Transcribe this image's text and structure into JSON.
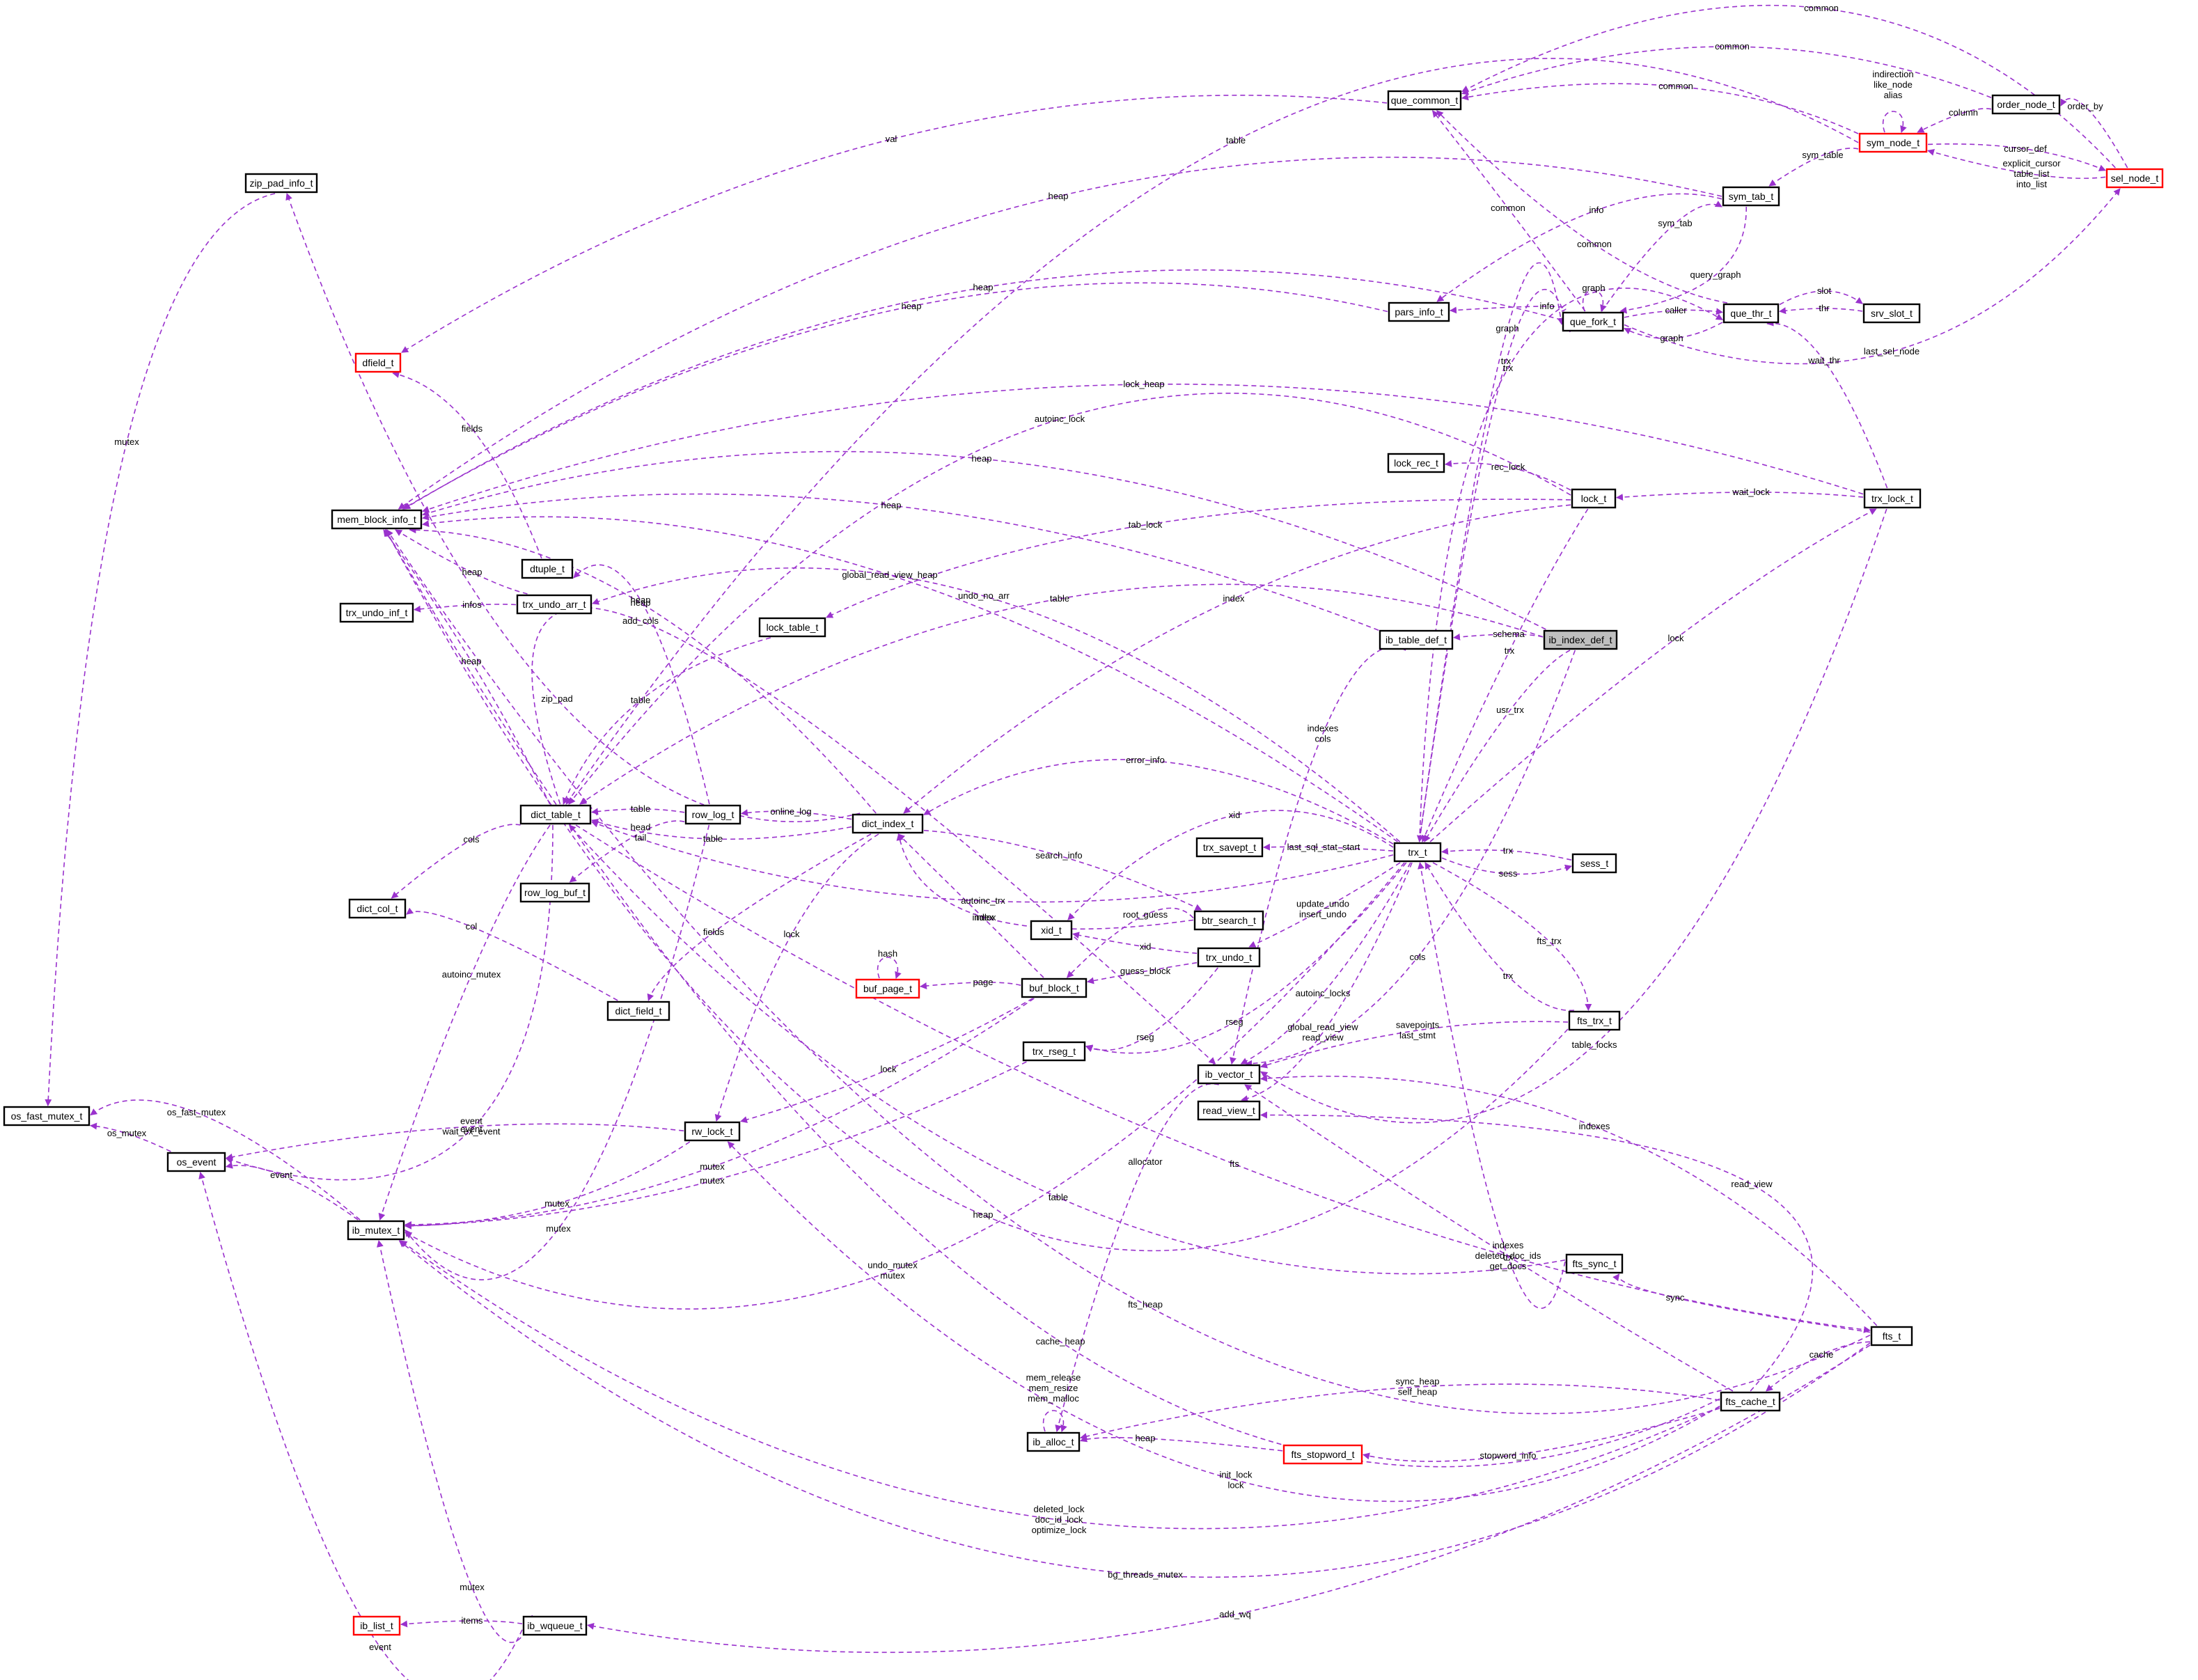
{
  "colors": {
    "edge": "#9a32cd",
    "node_border": "#000000",
    "node_border_incomplete": "#ff0000",
    "focus_fill": "#bfbfbf"
  },
  "nodes": [
    {
      "id": "ib_index_def_t",
      "label": "ib_index_def_t",
      "focus": true
    },
    {
      "id": "ib_table_def_t",
      "label": "ib_table_def_t"
    },
    {
      "id": "trx_t",
      "label": "trx_t"
    },
    {
      "id": "dict_index_t",
      "label": "dict_index_t"
    },
    {
      "id": "dict_table_t",
      "label": "dict_table_t"
    },
    {
      "id": "mem_block_info_t",
      "label": "mem_block_info_t"
    },
    {
      "id": "que_common_t",
      "label": "que_common_t"
    },
    {
      "id": "sym_node_t",
      "label": "sym_node_t",
      "incomplete": true
    },
    {
      "id": "order_node_t",
      "label": "order_node_t"
    },
    {
      "id": "sel_node_t",
      "label": "sel_node_t",
      "incomplete": true
    },
    {
      "id": "zip_pad_info_t",
      "label": "zip_pad_info_t"
    },
    {
      "id": "sym_tab_t",
      "label": "sym_tab_t"
    },
    {
      "id": "pars_info_t",
      "label": "pars_info_t"
    },
    {
      "id": "que_fork_t",
      "label": "que_fork_t"
    },
    {
      "id": "que_thr_t",
      "label": "que_thr_t"
    },
    {
      "id": "srv_slot_t",
      "label": "srv_slot_t"
    },
    {
      "id": "dfield_t",
      "label": "dfield_t",
      "incomplete": true
    },
    {
      "id": "lock_rec_t",
      "label": "lock_rec_t"
    },
    {
      "id": "lock_t",
      "label": "lock_t"
    },
    {
      "id": "trx_lock_t",
      "label": "trx_lock_t"
    },
    {
      "id": "dtuple_t",
      "label": "dtuple_t"
    },
    {
      "id": "trx_undo_inf_t",
      "label": "trx_undo_inf_t"
    },
    {
      "id": "trx_undo_arr_t",
      "label": "trx_undo_arr_t"
    },
    {
      "id": "lock_table_t",
      "label": "lock_table_t"
    },
    {
      "id": "row_log_t",
      "label": "row_log_t"
    },
    {
      "id": "row_log_buf_t",
      "label": "row_log_buf_t"
    },
    {
      "id": "dict_col_t",
      "label": "dict_col_t"
    },
    {
      "id": "dict_field_t",
      "label": "dict_field_t"
    },
    {
      "id": "trx_savept_t",
      "label": "trx_savept_t"
    },
    {
      "id": "sess_t",
      "label": "sess_t"
    },
    {
      "id": "xid_t",
      "label": "xid_t"
    },
    {
      "id": "btr_search_t",
      "label": "btr_search_t"
    },
    {
      "id": "trx_undo_t",
      "label": "trx_undo_t"
    },
    {
      "id": "buf_page_t",
      "label": "buf_page_t",
      "incomplete": true
    },
    {
      "id": "buf_block_t",
      "label": "buf_block_t"
    },
    {
      "id": "trx_rseg_t",
      "label": "trx_rseg_t"
    },
    {
      "id": "ib_vector_t",
      "label": "ib_vector_t"
    },
    {
      "id": "read_view_t",
      "label": "read_view_t"
    },
    {
      "id": "fts_trx_t",
      "label": "fts_trx_t"
    },
    {
      "id": "os_fast_mutex_t",
      "label": "os_fast_mutex_t"
    },
    {
      "id": "os_event",
      "label": "os_event"
    },
    {
      "id": "rw_lock_t",
      "label": "rw_lock_t"
    },
    {
      "id": "ib_mutex_t",
      "label": "ib_mutex_t"
    },
    {
      "id": "fts_sync_t",
      "label": "fts_sync_t"
    },
    {
      "id": "fts_t",
      "label": "fts_t"
    },
    {
      "id": "fts_cache_t",
      "label": "fts_cache_t"
    },
    {
      "id": "ib_alloc_t",
      "label": "ib_alloc_t"
    },
    {
      "id": "fts_stopword_t",
      "label": "fts_stopword_t",
      "incomplete": true
    },
    {
      "id": "ib_list_t",
      "label": "ib_list_t",
      "incomplete": true
    },
    {
      "id": "ib_wqueue_t",
      "label": "ib_wqueue_t"
    }
  ],
  "edges": [
    {
      "from": "order_node_t",
      "to": "que_common_t",
      "label": [
        "common"
      ]
    },
    {
      "from": "sel_node_t",
      "to": "que_common_t",
      "label": [
        "common"
      ]
    },
    {
      "from": "sym_node_t",
      "to": "que_common_t",
      "label": [
        "common"
      ]
    },
    {
      "from": "order_node_t",
      "to": "sym_node_t",
      "label": [
        "column"
      ]
    },
    {
      "from": "sym_node_t",
      "to": "sym_node_t",
      "label": [
        "indirection",
        "like_node",
        "alias"
      ]
    },
    {
      "from": "sel_node_t",
      "to": "order_node_t",
      "label": [
        "order_by"
      ]
    },
    {
      "from": "sym_node_t",
      "to": "sel_node_t",
      "label": [
        "cursor_def"
      ]
    },
    {
      "from": "sel_node_t",
      "to": "sym_node_t",
      "label": [
        "explicit_cursor",
        "table_list",
        "into_list"
      ]
    },
    {
      "from": "sym_node_t",
      "to": "sym_tab_t",
      "label": [
        "sym_table"
      ]
    },
    {
      "from": "sym_node_t",
      "to": "dict_table_t",
      "label": [
        "table"
      ]
    },
    {
      "from": "que_common_t",
      "to": "dfield_t",
      "label": [
        "val"
      ]
    },
    {
      "from": "sym_tab_t",
      "to": "mem_block_info_t",
      "label": [
        "heap"
      ]
    },
    {
      "from": "sym_tab_t",
      "to": "pars_info_t",
      "label": [
        "info"
      ]
    },
    {
      "from": "sym_tab_t",
      "to": "que_fork_t",
      "label": [
        "query_graph"
      ]
    },
    {
      "from": "que_fork_t",
      "to": "sym_tab_t",
      "label": [
        "sym_tab"
      ]
    },
    {
      "from": "que_fork_t",
      "to": "que_common_t",
      "label": [
        "common"
      ]
    },
    {
      "from": "que_thr_t",
      "to": "que_common_t",
      "label": [
        "common"
      ]
    },
    {
      "from": "que_fork_t",
      "to": "pars_info_t",
      "label": [
        "info"
      ]
    },
    {
      "from": "pars_info_t",
      "to": "mem_block_info_t",
      "label": [
        "heap"
      ]
    },
    {
      "from": "que_fork_t",
      "to": "mem_block_info_t",
      "label": [
        "heap"
      ]
    },
    {
      "from": "que_fork_t",
      "to": "que_thr_t",
      "label": [
        "caller"
      ]
    },
    {
      "from": "que_thr_t",
      "to": "que_fork_t",
      "label": [
        "graph"
      ]
    },
    {
      "from": "que_fork_t",
      "to": "que_fork_t",
      "label": [
        "graph"
      ]
    },
    {
      "from": "srv_slot_t",
      "to": "que_thr_t",
      "label": [
        "thr"
      ]
    },
    {
      "from": "que_thr_t",
      "to": "srv_slot_t",
      "label": [
        "slot"
      ]
    },
    {
      "from": "que_fork_t",
      "to": "sel_node_t",
      "label": [
        "last_sel_node"
      ]
    },
    {
      "from": "que_fork_t",
      "to": "trx_t",
      "label": [
        "trx"
      ]
    },
    {
      "from": "trx_t",
      "to": "que_fork_t",
      "label": [
        "graph"
      ]
    },
    {
      "from": "zip_pad_info_t",
      "to": "os_fast_mutex_t",
      "label": [
        "mutex"
      ]
    },
    {
      "from": "trx_lock_t",
      "to": "mem_block_info_t",
      "label": [
        "lock_heap"
      ]
    },
    {
      "from": "trx_lock_t",
      "to": "que_thr_t",
      "label": [
        "wait_thr"
      ]
    },
    {
      "from": "trx_lock_t",
      "to": "lock_t",
      "label": [
        "wait_lock"
      ]
    },
    {
      "from": "trx_lock_t",
      "to": "ib_vector_t",
      "label": [
        "table_locks"
      ]
    },
    {
      "from": "lock_t",
      "to": "dict_table_t",
      "label": [
        "autoinc_lock"
      ]
    },
    {
      "from": "lock_t",
      "to": "lock_table_t",
      "label": [
        "tab_lock"
      ]
    },
    {
      "from": "lock_t",
      "to": "lock_rec_t",
      "label": [
        "rec_lock"
      ]
    },
    {
      "from": "lock_t",
      "to": "dict_index_t",
      "label": [
        "index"
      ]
    },
    {
      "from": "lock_t",
      "to": "trx_t",
      "label": [
        "trx"
      ]
    },
    {
      "from": "ib_index_def_t",
      "to": "mem_block_info_t",
      "label": [
        "heap"
      ]
    },
    {
      "from": "ib_index_def_t",
      "to": "ib_table_def_t",
      "label": [
        "schema"
      ]
    },
    {
      "from": "ib_index_def_t",
      "to": "dict_table_t",
      "label": [
        "table"
      ]
    },
    {
      "from": "ib_index_def_t",
      "to": "trx_t",
      "label": [
        "usr_trx"
      ]
    },
    {
      "from": "ib_index_def_t",
      "to": "ib_vector_t",
      "label": [
        "cols"
      ]
    },
    {
      "from": "ib_table_def_t",
      "to": "mem_block_info_t",
      "label": [
        "heap"
      ]
    },
    {
      "from": "ib_table_def_t",
      "to": "ib_vector_t",
      "label": [
        "indexes",
        "cols"
      ]
    },
    {
      "from": "trx_t",
      "to": "mem_block_info_t",
      "label": [
        "global_read_view_heap"
      ]
    },
    {
      "from": "trx_t",
      "to": "trx_undo_arr_t",
      "label": [
        "undo_no_arr"
      ]
    },
    {
      "from": "trx_t",
      "to": "dict_index_t",
      "label": [
        "error_info"
      ]
    },
    {
      "from": "trx_t",
      "to": "xid_t",
      "label": [
        "xid"
      ]
    },
    {
      "from": "trx_t",
      "to": "trx_savept_t",
      "label": [
        "last_sql_stat_start"
      ]
    },
    {
      "from": "trx_t",
      "to": "dict_table_t",
      "label": [
        "autoinc_trx"
      ]
    },
    {
      "from": "trx_t",
      "to": "trx_undo_t",
      "label": [
        "update_undo",
        "insert_undo"
      ]
    },
    {
      "from": "trx_t",
      "to": "trx_rseg_t",
      "label": [
        "rseg"
      ]
    },
    {
      "from": "trx_t",
      "to": "ib_vector_t",
      "label": [
        "autoinc_locks"
      ]
    },
    {
      "from": "trx_t",
      "to": "read_view_t",
      "label": [
        "global_read_view",
        "read_view"
      ]
    },
    {
      "from": "trx_t",
      "to": "ib_mutex_t",
      "label": [
        "undo_mutex",
        "mutex"
      ]
    },
    {
      "from": "trx_t",
      "to": "sess_t",
      "label": [
        "sess"
      ]
    },
    {
      "from": "sess_t",
      "to": "trx_t",
      "label": [
        "trx"
      ]
    },
    {
      "from": "trx_t",
      "to": "fts_trx_t",
      "label": [
        "fts_trx"
      ]
    },
    {
      "from": "fts_trx_t",
      "to": "trx_t",
      "label": [
        "trx"
      ]
    },
    {
      "from": "fts_trx_t",
      "to": "ib_vector_t",
      "label": [
        "savepoints",
        "last_stmt"
      ]
    },
    {
      "from": "fts_trx_t",
      "to": "mem_block_info_t",
      "label": [
        "heap"
      ]
    },
    {
      "from": "trx_t",
      "to": "trx_lock_t",
      "label": [
        "lock"
      ]
    },
    {
      "from": "trx_t",
      "to": "que_thr_t",
      "label": [
        "trx"
      ]
    },
    {
      "from": "dtuple_t",
      "to": "dfield_t",
      "label": [
        "fields"
      ]
    },
    {
      "from": "trx_undo_arr_t",
      "to": "mem_block_info_t",
      "label": [
        "heap"
      ]
    },
    {
      "from": "trx_undo_arr_t",
      "to": "trx_undo_inf_t",
      "label": [
        "infos"
      ]
    },
    {
      "from": "lock_table_t",
      "to": "dict_table_t",
      "label": [
        "table"
      ]
    },
    {
      "from": "dict_index_t",
      "to": "dict_table_t",
      "label": [
        "table"
      ]
    },
    {
      "from": "dict_index_t",
      "to": "row_log_t",
      "label": [
        "online_log"
      ]
    },
    {
      "from": "dict_index_t",
      "to": "mem_block_info_t",
      "label": [
        "heap"
      ]
    },
    {
      "from": "dict_index_t",
      "to": "zip_pad_info_t",
      "label": [
        "zip_pad"
      ]
    },
    {
      "from": "dict_index_t",
      "to": "dict_field_t",
      "label": [
        "fields"
      ]
    },
    {
      "from": "dict_index_t",
      "to": "rw_lock_t",
      "label": [
        "lock"
      ]
    },
    {
      "from": "dict_index_t",
      "to": "btr_search_t",
      "label": [
        "search_info"
      ]
    },
    {
      "from": "dict_table_t",
      "to": "mem_block_info_t",
      "label": [
        "heap"
      ]
    },
    {
      "from": "dict_table_t",
      "to": "dict_col_t",
      "label": [
        "cols"
      ]
    },
    {
      "from": "dict_table_t",
      "to": "ib_mutex_t",
      "label": [
        "autoinc_mutex"
      ]
    },
    {
      "from": "dict_table_t",
      "to": "os_event",
      "label": [
        "event"
      ]
    },
    {
      "from": "dict_table_t",
      "to": "ib_vector_t",
      "label": [
        "add_cols"
      ]
    },
    {
      "from": "row_log_t",
      "to": "dict_table_t",
      "label": [
        "table"
      ]
    },
    {
      "from": "row_log_t",
      "to": "row_log_buf_t",
      "label": [
        "head",
        "tail"
      ]
    },
    {
      "from": "row_log_t",
      "to": "dtuple_t",
      "label": [
        "heap"
      ]
    },
    {
      "from": "row_log_t",
      "to": "ib_mutex_t",
      "label": [
        "mutex"
      ]
    },
    {
      "from": "dict_field_t",
      "to": "dict_col_t",
      "label": [
        "col"
      ]
    },
    {
      "from": "btr_search_t",
      "to": "buf_block_t",
      "label": [
        "root_guess"
      ]
    },
    {
      "from": "btr_search_t",
      "to": "dict_index_t",
      "label": [
        "index"
      ]
    },
    {
      "from": "trx_undo_t",
      "to": "xid_t",
      "label": [
        "xid"
      ]
    },
    {
      "from": "trx_undo_t",
      "to": "buf_block_t",
      "label": [
        "guess_block"
      ]
    },
    {
      "from": "trx_undo_t",
      "to": "trx_rseg_t",
      "label": [
        "rseg"
      ]
    },
    {
      "from": "buf_page_t",
      "to": "buf_page_t",
      "label": [
        "hash"
      ]
    },
    {
      "from": "buf_block_t",
      "to": "buf_page_t",
      "label": [
        "page"
      ]
    },
    {
      "from": "buf_block_t",
      "to": "dict_index_t",
      "label": [
        "index"
      ]
    },
    {
      "from": "buf_block_t",
      "to": "rw_lock_t",
      "label": [
        "lock"
      ]
    },
    {
      "from": "buf_block_t",
      "to": "ib_mutex_t",
      "label": [
        "mutex"
      ]
    },
    {
      "from": "trx_rseg_t",
      "to": "ib_mutex_t",
      "label": [
        "mutex"
      ]
    },
    {
      "from": "ib_vector_t",
      "to": "ib_alloc_t",
      "label": [
        "allocator"
      ]
    },
    {
      "from": "os_event",
      "to": "os_fast_mutex_t",
      "label": [
        "os_mutex"
      ]
    },
    {
      "from": "ib_mutex_t",
      "to": "os_fast_mutex_t",
      "label": [
        "os_fast_mutex"
      ]
    },
    {
      "from": "ib_mutex_t",
      "to": "os_event",
      "label": [
        "event"
      ]
    },
    {
      "from": "rw_lock_t",
      "to": "os_event",
      "label": [
        "event",
        "wait_ex_event"
      ]
    },
    {
      "from": "rw_lock_t",
      "to": "ib_mutex_t",
      "label": [
        "mutex"
      ]
    },
    {
      "from": "fts_sync_t",
      "to": "dict_table_t",
      "label": [
        "table"
      ]
    },
    {
      "from": "fts_sync_t",
      "to": "trx_t",
      "label": [
        "trx"
      ]
    },
    {
      "from": "fts_t",
      "to": "fts_sync_t",
      "label": [
        "sync"
      ]
    },
    {
      "from": "fts_t",
      "to": "ib_vector_t",
      "label": [
        "indexes"
      ]
    },
    {
      "from": "fts_t",
      "to": "mem_block_info_t",
      "label": [
        "fts_heap"
      ]
    },
    {
      "from": "fts_t",
      "to": "fts_cache_t",
      "label": [
        "cache"
      ]
    },
    {
      "from": "fts_t",
      "to": "ib_mutex_t",
      "label": [
        "bg_threads_mutex"
      ]
    },
    {
      "from": "fts_t",
      "to": "ib_wqueue_t",
      "label": [
        "add_wq"
      ]
    },
    {
      "from": "dict_table_t",
      "to": "fts_t",
      "label": [
        "fts"
      ]
    },
    {
      "from": "fts_cache_t",
      "to": "ib_vector_t",
      "label": [
        "indexes",
        "deleted_doc_ids",
        "get_docs"
      ]
    },
    {
      "from": "fts_cache_t",
      "to": "mem_block_info_t",
      "label": [
        "cache_heap"
      ]
    },
    {
      "from": "fts_cache_t",
      "to": "ib_alloc_t",
      "label": [
        "sync_heap",
        "self_heap"
      ]
    },
    {
      "from": "fts_cache_t",
      "to": "fts_stopword_t",
      "label": [
        "stopword_info"
      ]
    },
    {
      "from": "fts_cache_t",
      "to": "rw_lock_t",
      "label": [
        "init_lock",
        "lock"
      ]
    },
    {
      "from": "fts_cache_t",
      "to": "ib_mutex_t",
      "label": [
        "deleted_lock",
        "doc_id_lock",
        "optimize_lock"
      ]
    },
    {
      "from": "fts_cache_t",
      "to": "read_view_t",
      "label": [
        "read_view"
      ]
    },
    {
      "from": "fts_stopword_t",
      "to": "ib_alloc_t",
      "label": [
        "heap"
      ]
    },
    {
      "from": "ib_alloc_t",
      "to": "ib_alloc_t",
      "label": [
        "mem_release",
        "mem_resize",
        "mem_malloc"
      ]
    },
    {
      "from": "ib_wqueue_t",
      "to": "ib_list_t",
      "label": [
        "items"
      ]
    },
    {
      "from": "ib_wqueue_t",
      "to": "ib_mutex_t",
      "label": [
        "mutex"
      ]
    },
    {
      "from": "ib_wqueue_t",
      "to": "os_event",
      "label": [
        "event"
      ]
    }
  ]
}
